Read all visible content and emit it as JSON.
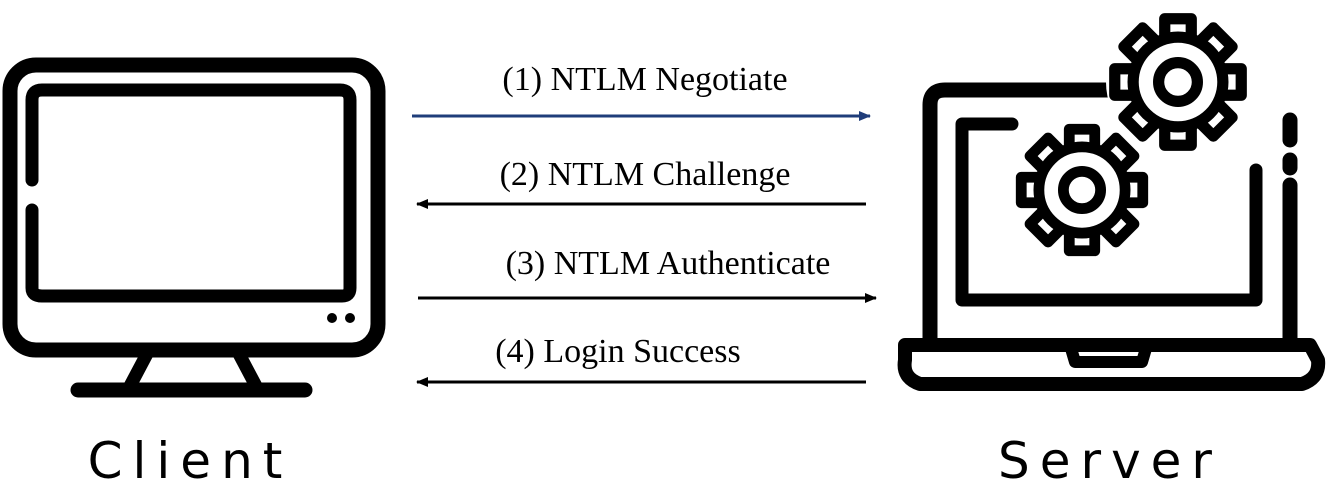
{
  "client": {
    "label": "Client"
  },
  "server": {
    "label": "Server"
  },
  "messages": [
    {
      "label": "(1) NTLM Negotiate",
      "direction": "to-server",
      "color": "#1f3d7a"
    },
    {
      "label": "(2) NTLM Challenge",
      "direction": "to-client",
      "color": "#000000"
    },
    {
      "label": "(3) NTLM Authenticate",
      "direction": "to-server",
      "color": "#000000"
    },
    {
      "label": "(4) Login Success",
      "direction": "to-client",
      "color": "#000000"
    }
  ],
  "icons": {
    "client": "desktop-monitor-icon",
    "server": "laptop-with-gears-icon"
  }
}
